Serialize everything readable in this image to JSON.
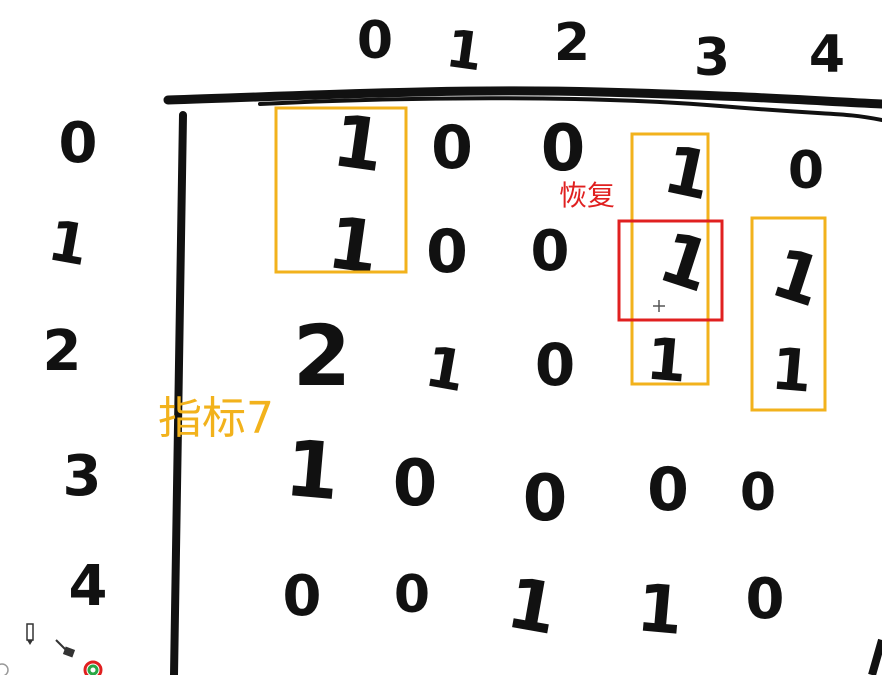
{
  "canvas": {
    "col_headers": [
      "0",
      "1",
      "2",
      "3",
      "4"
    ],
    "row_headers": [
      "0",
      "1",
      "2",
      "3",
      "4"
    ],
    "grid": [
      [
        "1",
        "0",
        "0",
        "1",
        "0"
      ],
      [
        "1",
        "0",
        "0",
        "1",
        "1"
      ],
      [
        "2",
        "1",
        "0",
        "1",
        "1"
      ],
      [
        "1",
        "0",
        "0",
        "0",
        "0"
      ],
      [
        "0",
        "0",
        "1",
        "1",
        "0"
      ]
    ]
  },
  "annotations": {
    "restore_label": "恢复",
    "metric_label": "指标7"
  },
  "colors": {
    "ink": "#111111",
    "highlight_orange": "#f2b21c",
    "highlight_red": "#e02020"
  },
  "toolbar": {
    "icons": [
      "pencil-tool-icon",
      "eraser-tool-icon",
      "color-wheel-icon"
    ]
  }
}
